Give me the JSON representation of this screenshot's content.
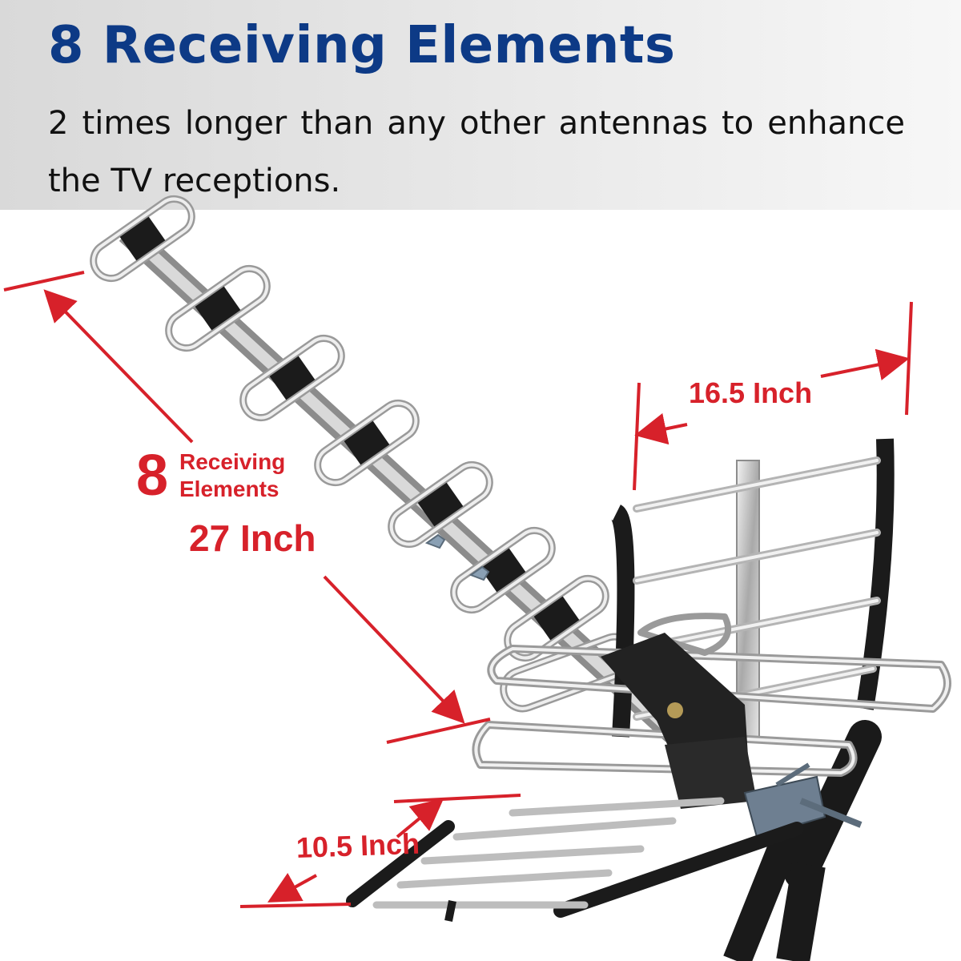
{
  "header": {
    "title": "8 Receiving Elements",
    "subtitle": "2 times longer than any other antennas to enhance the TV receptions."
  },
  "callouts": {
    "element_count_number": "8",
    "element_count_line1": "Receiving",
    "element_count_line2": "Elements",
    "length_label": "27 Inch",
    "width_label": "16.5 Inch",
    "depth_label": "10.5 Inch"
  },
  "colors": {
    "title_blue": "#0d3a86",
    "callout_red": "#d7212a",
    "header_gray": "#e0e0e0"
  }
}
